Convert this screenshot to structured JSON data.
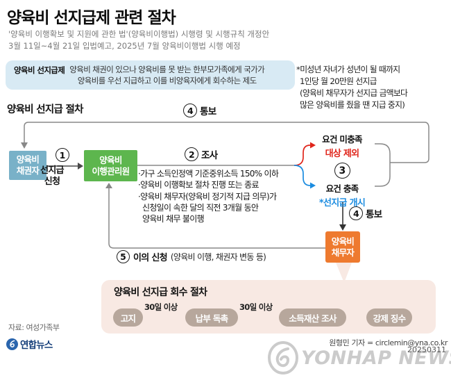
{
  "header": {
    "title": "양육비 선지급제 관련 절차",
    "subtitle_line1": "'양육비 이행확보 및 지원에 관한 법'(양육비이행법) 시행령 및 시행규칙 개정안",
    "subtitle_line2": "3월 11일~4월 21일 입법예고, 2025년 7월 양육비이행법 시행 예정"
  },
  "definition": {
    "term": "양육비 선지급제",
    "line1": "양육비 채권이 있으나 양육비를 못 받는 한부모가족에게 국가가",
    "line2": "양육비를 우선 지급하고 이를 비양육자에게 회수하는 제도",
    "background_color": "#d8eaf4"
  },
  "note": {
    "line1": "*미성년 자녀가 성년이 될 때까지",
    "line2": "1인당 월 20만원 선지급",
    "line3": "(양육비 채무자가 선지급 금액보다",
    "line4": "많은 양육비를 줬을 땐 지급 중지)"
  },
  "flow": {
    "section_title": "양육비 선지급 절차",
    "notify_top": {
      "num": "4",
      "label": "통보"
    },
    "creditor_box": {
      "line1": "양육비",
      "line2": "채권자",
      "color": "#79b1c8"
    },
    "step1": {
      "num": "1",
      "label_line1": "선지급",
      "label_line2": "신청"
    },
    "agency_box": {
      "line1": "양육비",
      "line2": "이행관리원",
      "color": "#5db64e"
    },
    "step2": {
      "num": "2",
      "label": "조사"
    },
    "criteria": [
      "·가구 소득인정액 기준중위소득 150% 이하",
      "·양육비 이행확보 절차 진행 또는 종료",
      "·양육비 채무자(양육비 정기적 지급 의무)가",
      "신청일이 속한 달의 직전 3개월 동안",
      "양육비 채무 불이행"
    ],
    "step3": {
      "num": "3",
      "fail": "요건 미충족",
      "fail_result": "대상 제외",
      "fail_color": "#e0251b",
      "pass": "요건 충족",
      "pass_result": "*선지급 개시",
      "pass_color": "#1b8ce0"
    },
    "step4": {
      "num": "4",
      "label": "통보"
    },
    "debtor_box": {
      "line1": "양육비",
      "line2": "채무자",
      "color": "#ee7a2f"
    },
    "step5": {
      "num": "5",
      "label": "이의 신청",
      "label_sub": "(양육비 이행, 채권자 변동 등)"
    }
  },
  "recovery": {
    "title": "양육비 선지급 회수 절차",
    "steps": [
      "고지",
      "납부 독촉",
      "소득재산 조사",
      "강제 징수"
    ],
    "interval_label": "30일 이상",
    "pill_color": "#b7a79c",
    "background_color": "#f8e9e3"
  },
  "footer": {
    "source": "자료: 여성가족부",
    "brand": "연합뉴스",
    "credit": "원형민 기자 = circlemin@yna.co.kr",
    "date": "20250311",
    "watermark": "YONHAP NEWS"
  }
}
